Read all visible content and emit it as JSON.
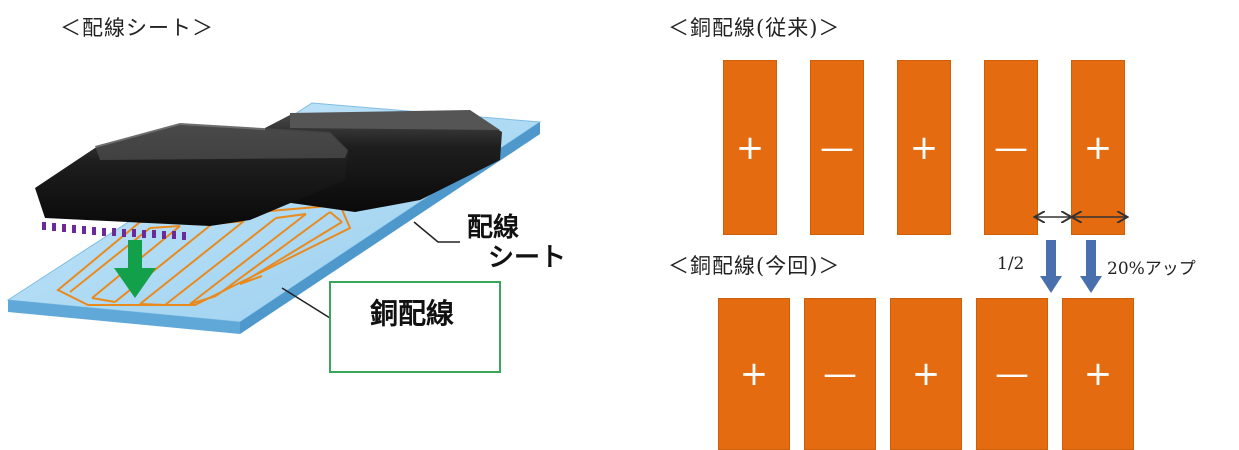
{
  "left_panel": {
    "heading": "＜配線シート＞",
    "sheet_label_line1": "配線",
    "sheet_label_line2": "シート",
    "copper_label": "銅配線"
  },
  "right_panel": {
    "heading_conventional": "＜銅配線(従来)＞",
    "heading_current": "＜銅配線(今回)＞",
    "gap_label": "1/2",
    "width_label": "20%アップ",
    "conventional_signs": [
      "+",
      "—",
      "+",
      "—",
      "+"
    ],
    "current_signs": [
      "+",
      "—",
      "+",
      "—",
      "+"
    ]
  },
  "colors": {
    "conductor": "#e56b10",
    "sheet": "#a9d7f2",
    "box_border": "#3aa65a",
    "green_arrow": "#12a04a",
    "blue_arrow": "#4a6fae"
  }
}
